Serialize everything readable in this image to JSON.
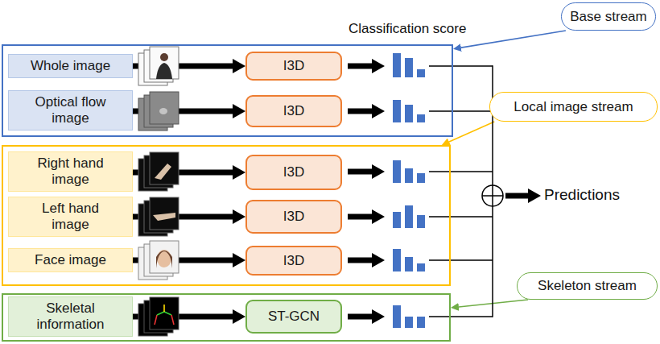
{
  "diagram": {
    "nodes": [
      {
        "text": [
          "Base stream"
        ]
      },
      {
        "text": []
      },
      {
        "text": [
          "Whole image"
        ],
        "in": 1
      },
      {
        "text": [
          "I3D"
        ],
        "in": 1
      },
      {
        "text": [
          "Optical flow image"
        ],
        "in": 1
      },
      {
        "text": [
          "I3D"
        ],
        "in": 1
      },
      {
        "text": [
          "Local image stream"
        ]
      },
      {
        "text": []
      },
      {
        "text": [
          "Right hand image"
        ],
        "in": 7
      },
      {
        "text": [
          "I3D"
        ],
        "in": 7
      },
      {
        "text": [
          "Left hand image"
        ],
        "in": 7
      },
      {
        "text": [
          "I3D"
        ],
        "in": 7
      },
      {
        "text": [
          "Face image"
        ],
        "in": 7
      },
      {
        "text": [
          "I3D"
        ],
        "in": 7
      },
      {
        "text": [
          "Skeleton stream"
        ]
      },
      {
        "text": []
      },
      {
        "text": [
          "Skeletal information"
        ],
        "in": 15
      },
      {
        "text": [
          "ST-GCN"
        ],
        "in": 15
      }
    ],
    "edges": [
      {
        "from": 0,
        "to": 1,
        "arrow": "to"
      },
      {
        "from": 2,
        "to": 3,
        "arrow": "to"
      },
      {
        "from": 4,
        "to": 5,
        "arrow": "to"
      },
      {
        "from": 6,
        "to": 7,
        "arrow": "to"
      },
      {
        "from": 8,
        "to": 9,
        "arrow": "to"
      },
      {
        "from": 10,
        "to": 11,
        "arrow": "to"
      },
      {
        "from": 12,
        "to": 13,
        "arrow": "to"
      },
      {
        "from": 14,
        "to": 15,
        "arrow": "to"
      },
      {
        "from": 16,
        "to": 17,
        "arrow": "to"
      }
    ],
    "labels": [
      "Classification score",
      "Predictions"
    ]
  }
}
